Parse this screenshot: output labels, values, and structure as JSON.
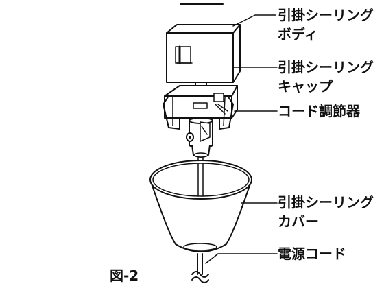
{
  "labels": {
    "body": {
      "line1": "引掛シーリング",
      "line2": "ボディ"
    },
    "cap": {
      "line1": "引掛シーリング",
      "line2": "キャップ"
    },
    "cord_adjuster": {
      "line1": "コード調節器"
    },
    "cover": {
      "line1": "引掛シーリング",
      "line2": "カバー"
    },
    "power_cord": {
      "line1": "電源コード"
    }
  },
  "figure_label": "図-2",
  "colors": {
    "ink": "#111111",
    "paper": "#ffffff"
  }
}
